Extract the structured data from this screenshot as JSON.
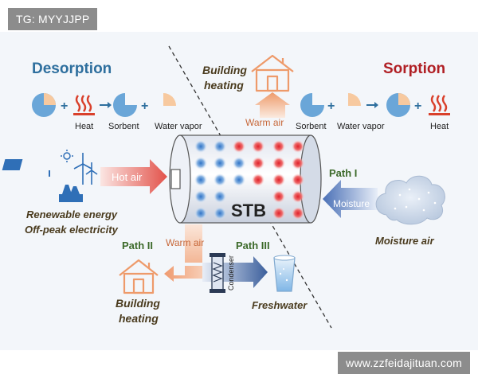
{
  "watermark_top": "TG: MYYJJPP",
  "watermark_bottom": "www.zzfeidajituan.com",
  "desorption": {
    "title": "Desorption",
    "equation": {
      "a": "Heat",
      "b": "Sorbent",
      "c": "Water vapor"
    }
  },
  "sorption": {
    "title": "Sorption",
    "equation": {
      "a": "Sorbent",
      "b": "Water vapor",
      "c": "Heat"
    }
  },
  "labels": {
    "building_heating_top_1": "Building",
    "building_heating_top_2": "heating",
    "warm_air_top": "Warm air",
    "hot_air": "Hot air",
    "renewable_1": "Renewable energy",
    "renewable_2": "Off-peak electricity",
    "stb": "STB",
    "path1": "Path I",
    "moisture": "Moisture",
    "moisture_air": "Moisture air",
    "path2": "Path II",
    "warm_air_bottom": "Warm air",
    "condenser": "Condenser",
    "path3": "Path III",
    "building_heating_bottom_1": "Building",
    "building_heating_bottom_2": "heating",
    "freshwater": "Freshwater"
  },
  "colors": {
    "desorption": "#2e6f9e",
    "sorption": "#b01f24",
    "path": "#3c6a2a",
    "italic_label": "#4a3b1e",
    "sorbent": "#6aa6d8",
    "water": "#f7c99f",
    "heat": "#d9402b"
  }
}
